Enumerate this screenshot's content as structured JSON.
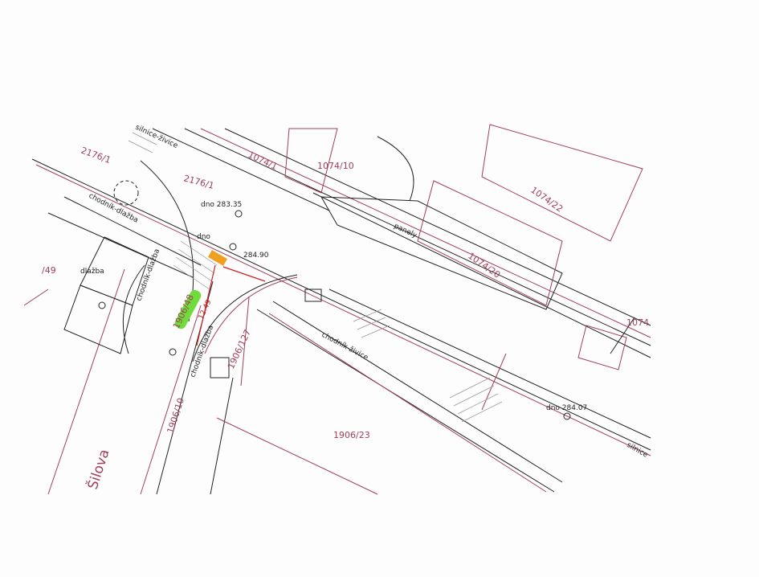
{
  "map": {
    "parcels": {
      "p2176_1_top": "2176/1",
      "p2176_1": "2176/1",
      "p1074_1": "1074/1",
      "p1074_10": "1074/10",
      "p1074_22": "1074/22",
      "p1074_20": "1074/20",
      "p1074": "1074",
      "p49": "/49",
      "p1906_48": "1906/48",
      "p1906_127": "1906/127",
      "p1906_10": "1906/10",
      "p1906_23": "1906/23"
    },
    "labels": {
      "silnice_zivice": "silnice-živice",
      "chodnik_dlazba_1": "chodník-dlažba",
      "chodnik_dlazba_2": "chodník-dlažba",
      "chodnik_dlazba_3": "chodník-dlažba",
      "chodnik_zivice": "chodník-živice",
      "dlazba": "dlažba",
      "panely": "panely",
      "dno1": "dno 283.35",
      "dno2": "dno",
      "elev": "284.90",
      "dno3": "dno 284.07",
      "silnice": "silnice",
      "street": "Šilova",
      "measure": "12.49"
    },
    "colors": {
      "parcel_line": "#a0405a",
      "highlight_green": "#6fdc3c",
      "highlight_orange": "#f0a020"
    }
  }
}
